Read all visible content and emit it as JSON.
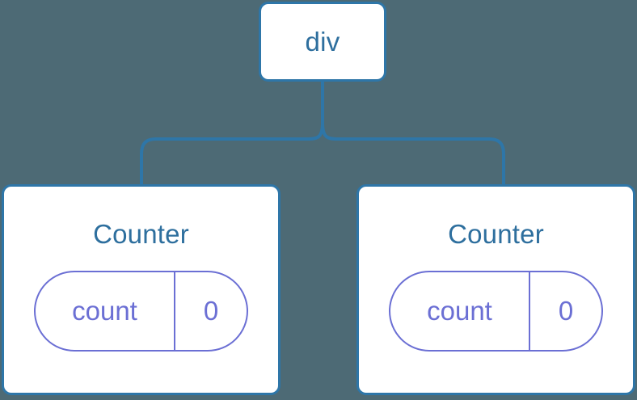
{
  "diagram": {
    "type": "component-tree",
    "background_color": "#4d6a75",
    "node_border_color": "#2e76a8",
    "node_text_color": "#2e6f9e",
    "pill_color": "#6b6fd4",
    "connector_color": "#2e76a8",
    "root": {
      "label": "div"
    },
    "children": [
      {
        "title": "Counter",
        "state": {
          "key": "count",
          "value": "0"
        }
      },
      {
        "title": "Counter",
        "state": {
          "key": "count",
          "value": "0"
        }
      }
    ]
  }
}
